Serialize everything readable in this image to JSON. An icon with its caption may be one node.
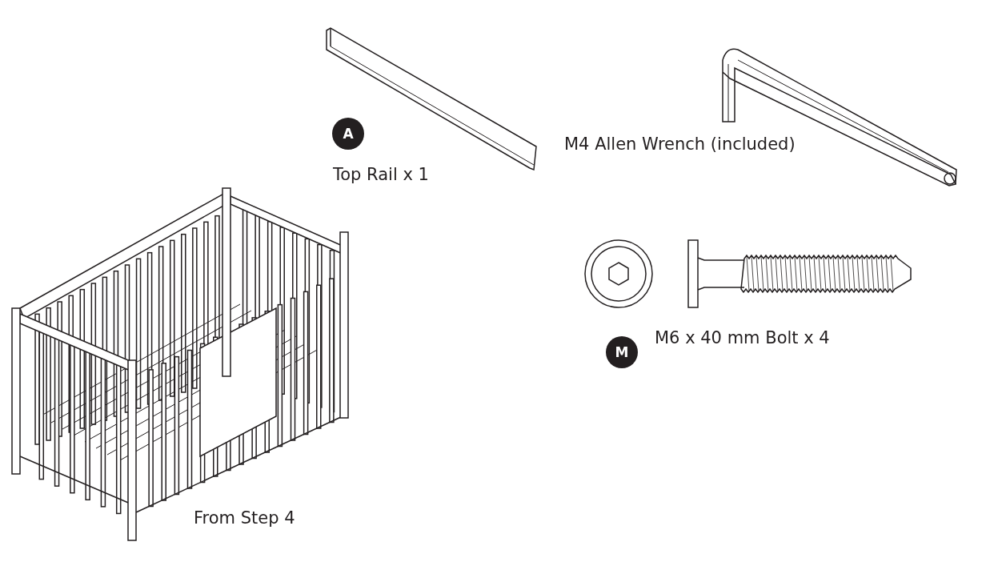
{
  "diagram": {
    "nodes": [
      {
        "text": [
          "A"
        ]
      },
      {
        "text": [
          "M"
        ]
      }
    ],
    "labels": [
      "Top Rail x 1",
      "M4 Allen Wrench (included)",
      "M6 x 40 mm Bolt x 4",
      "From Step 4"
    ]
  }
}
